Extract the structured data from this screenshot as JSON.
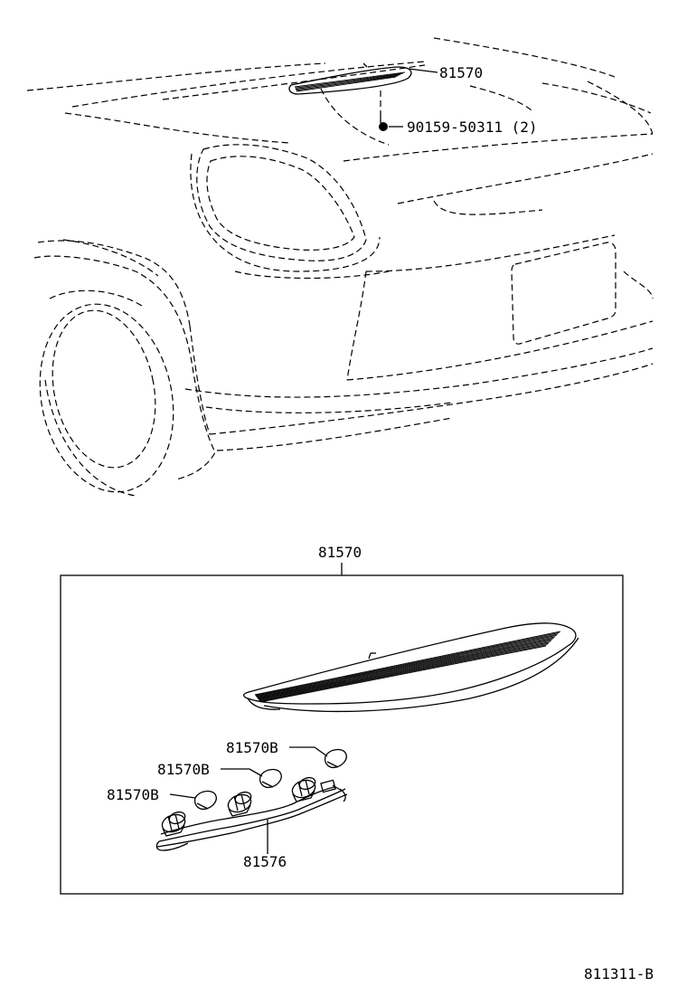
{
  "callouts": {
    "lamp_top": "81570",
    "screw": "90159-50311 (2)",
    "detail_title": "81570",
    "bulb_1": "81570B",
    "bulb_2": "81570B",
    "bulb_3": "81570B",
    "socket_wire": "81576"
  },
  "figure_number": "811311-B"
}
